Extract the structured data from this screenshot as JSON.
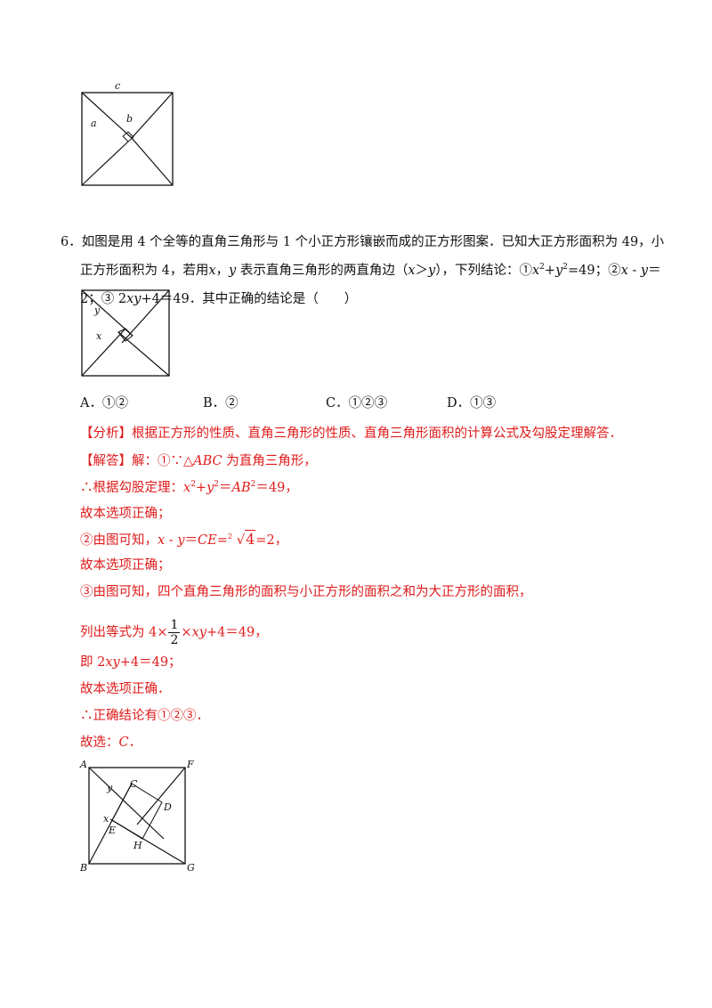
{
  "fig1": {
    "labels": {
      "c": "c",
      "a": "a",
      "b": "b"
    }
  },
  "question": {
    "number": "6．",
    "l1": "如图是用 4 个全等的直角三角形与 1 个小正方形镶嵌而成的正方形图案．已知大正方形面积为 49，小",
    "l2_a": "正方形面积为 4，若用",
    "l2_x": "x",
    "l2_b": "，",
    "l2_y": "y",
    "l2_c": " 表示直角三角形的两直角边（",
    "l2_x2": "x",
    "l2_gt": "＞",
    "l2_y2": "y",
    "l2_d": "），下列结论：①",
    "l2_e": "x",
    "l2_f": "+",
    "l2_g": "y",
    "l2_h": "=49；②",
    "l2_i": "x",
    "l2_j": " - ",
    "l2_k": "y",
    "l2_l": "＝",
    "l3_a": "2；③ 2",
    "l3_b": "xy",
    "l3_c": "+4＝49．其中正确的结论是（　　）"
  },
  "fig2": {
    "labels": {
      "y": "y",
      "x": "x"
    }
  },
  "options": [
    {
      "label": "A．①②"
    },
    {
      "label": "B．②"
    },
    {
      "label": "C．①②③"
    },
    {
      "label": "D．①③"
    }
  ],
  "solution": {
    "analysis": "【分析】根据正方形的性质、直角三角形的性质、直角三角形面积的计算公式及勾股定理解答．",
    "answer_a": "【解答】解：①∵△",
    "answer_b": "ABC",
    "answer_c": " 为直角三角形，",
    "s2_a": "∴根据勾股定理：",
    "s2_b": "x",
    "s2_c": "+",
    "s2_d": "y",
    "s2_e": "＝",
    "s2_f": "AB",
    "s2_g": "＝49，",
    "s3": "故本选项正确；",
    "s4_a": "②由图可知，",
    "s4_b": "x",
    "s4_c": " - ",
    "s4_d": "y",
    "s4_e": "＝",
    "s4_f": "CE",
    "s4_g": "=",
    "s4_rad": "4",
    "s4_h": "=2，",
    "s5": "故本选项正确；",
    "s6": "③由图可知，四个直角三角形的面积与小正方形的面积之和为大正方形的面积，",
    "s7_a": "列出等式为 4×",
    "s7_num": "1",
    "s7_den": "2",
    "s7_b": "×",
    "s7_c": "xy",
    "s7_d": "+4＝49，",
    "s8_a": "即 2",
    "s8_b": "xy",
    "s8_c": "+4＝49；",
    "s9": "故本选项正确．",
    "s10": "∴正确结论有①②③．",
    "s11_a": "故选：",
    "s11_b": "C",
    "s11_c": "．"
  },
  "fig3": {
    "labels": {
      "A": "A",
      "F": "F",
      "B": "B",
      "G": "G",
      "C": "C",
      "D": "D",
      "E": "E",
      "H": "H",
      "x": "x",
      "y": "y"
    }
  }
}
